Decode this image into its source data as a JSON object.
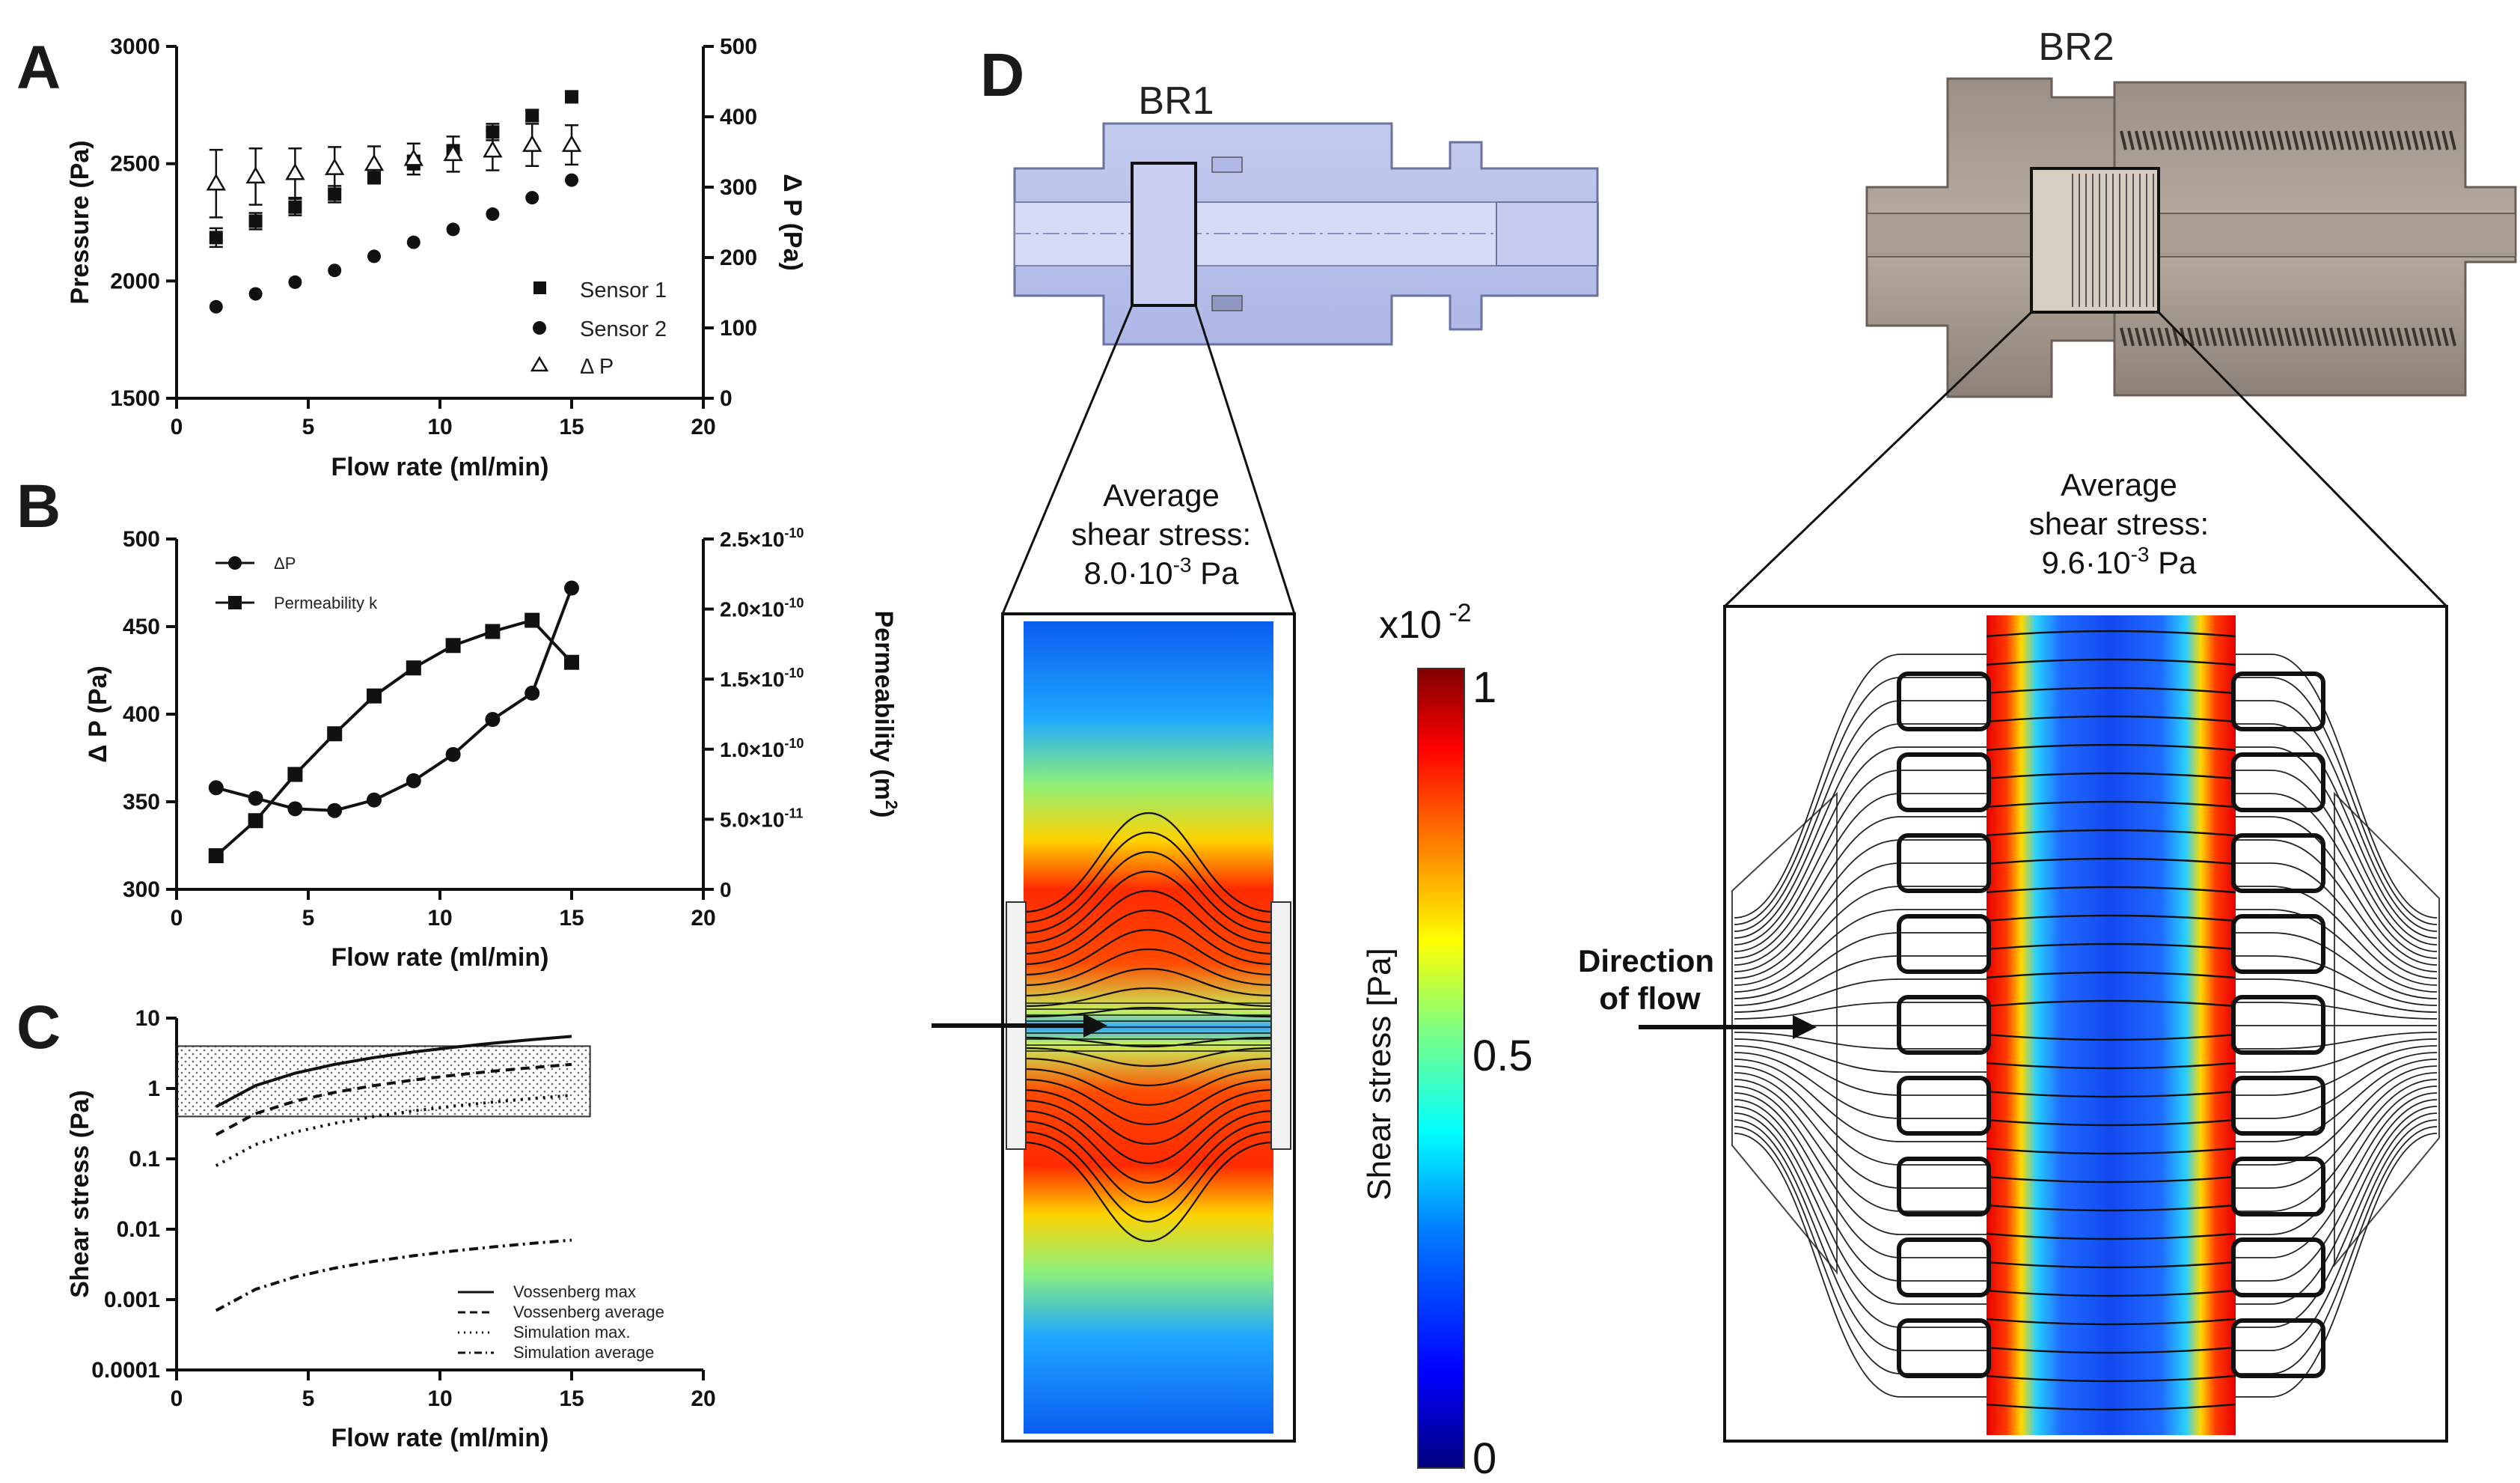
{
  "figure": {
    "panel_letters": [
      "A",
      "B",
      "C",
      "D"
    ]
  },
  "chart_data": [
    {
      "panel": "A",
      "type": "scatter",
      "xlabel": "Flow rate (ml/min)",
      "ylabel": "Pressure (Pa)",
      "y2label": "Δ P (Pa)",
      "xlim": [
        0,
        20
      ],
      "ylim": [
        1500,
        3000
      ],
      "y2lim": [
        0,
        500
      ],
      "xticks": [
        0,
        5,
        10,
        15,
        20
      ],
      "yticks": [
        1500,
        2000,
        2500,
        3000
      ],
      "y2ticks": [
        0,
        100,
        200,
        300,
        400,
        500
      ],
      "x": [
        1.5,
        3,
        4.5,
        6,
        7.5,
        9,
        10.5,
        12,
        13.5,
        15
      ],
      "series": [
        {
          "name": "Sensor 1",
          "axis": "left",
          "marker": "square",
          "values": [
            2185,
            2255,
            2315,
            2370,
            2440,
            2505,
            2550,
            2635,
            2705,
            2785
          ],
          "err": [
            40,
            35,
            35,
            35,
            25,
            30,
            30,
            35,
            25,
            20
          ]
        },
        {
          "name": "Sensor 2",
          "axis": "left",
          "marker": "circle",
          "values": [
            1890,
            1945,
            1995,
            2045,
            2105,
            2165,
            2220,
            2285,
            2355,
            2430
          ],
          "err": []
        },
        {
          "name": "Δ P",
          "axis": "right",
          "marker": "triangle",
          "values": [
            305,
            315,
            320,
            327,
            333,
            340,
            347,
            352,
            360,
            360
          ],
          "err": [
            48,
            40,
            35,
            30,
            25,
            22,
            25,
            28,
            30,
            28
          ]
        }
      ],
      "legend": [
        "Sensor 1",
        "Sensor 2",
        "Δ P"
      ],
      "legend_position": "bottom-right"
    },
    {
      "panel": "B",
      "type": "line",
      "ylabel": "Δ P (Pa)",
      "y2label_main": "Permeability (m",
      "y2label_sup": "2",
      "y2label_end": ")",
      "xlabel": "Flow rate (ml/min)",
      "xlim": [
        0,
        20
      ],
      "ylim": [
        300,
        500
      ],
      "y2lim": [
        0,
        2.5e-10
      ],
      "xticks": [
        0,
        5,
        10,
        15,
        20
      ],
      "yticks": [
        300,
        350,
        400,
        450,
        500
      ],
      "y2ticks": [
        {
          "v": 0,
          "label": "0"
        },
        {
          "v": 5e-11,
          "label": "5.0×10",
          "exp": "-11"
        },
        {
          "v": 1e-10,
          "label": "1.0×10",
          "exp": "-10"
        },
        {
          "v": 1.5e-10,
          "label": "1.5×10",
          "exp": "-10"
        },
        {
          "v": 2e-10,
          "label": "2.0×10",
          "exp": "-10"
        },
        {
          "v": 2.5e-10,
          "label": "2.5×10",
          "exp": "-10"
        }
      ],
      "x": [
        1.5,
        3,
        4.5,
        6,
        7.5,
        9,
        10.5,
        12,
        13.5,
        15
      ],
      "series": [
        {
          "name": "ΔP",
          "axis": "left",
          "marker": "circle",
          "values": [
            358,
            352,
            346,
            345,
            351,
            362,
            377,
            397,
            412,
            472
          ]
        },
        {
          "name": "Permeability k",
          "axis": "right",
          "marker": "square",
          "values": [
            2.4e-11,
            4.9e-11,
            8.2e-11,
            1.11e-10,
            1.38e-10,
            1.58e-10,
            1.74e-10,
            1.84e-10,
            1.92e-10,
            1.62e-10
          ]
        }
      ],
      "legend": [
        "ΔP",
        "Permeability k"
      ],
      "legend_position": "top-left"
    },
    {
      "panel": "C",
      "type": "line",
      "xlabel": "Flow rate (ml/min)",
      "ylabel": "Shear stress (Pa)",
      "xlim": [
        0,
        20
      ],
      "ylim": [
        0.0001,
        10
      ],
      "log_y": true,
      "xticks": [
        0,
        5,
        10,
        15,
        20
      ],
      "yticks": [
        {
          "v": 0.0001,
          "label": "0.0001"
        },
        {
          "v": 0.001,
          "label": "0.001"
        },
        {
          "v": 0.01,
          "label": "0.01"
        },
        {
          "v": 0.1,
          "label": "0.1"
        },
        {
          "v": 1,
          "label": "1"
        },
        {
          "v": 10,
          "label": "10"
        }
      ],
      "shaded_band": {
        "x": [
          0,
          15.7
        ],
        "y": [
          0.4,
          4
        ]
      },
      "x": [
        1.5,
        3,
        4.5,
        6,
        7.5,
        9,
        10.5,
        12,
        13.5,
        15
      ],
      "series": [
        {
          "name": "Vossenberg max",
          "style": "solid",
          "values": [
            0.55,
            1.1,
            1.65,
            2.2,
            2.75,
            3.3,
            3.85,
            4.4,
            4.95,
            5.5
          ]
        },
        {
          "name": "Vossenberg average",
          "style": "dashed",
          "values": [
            0.22,
            0.44,
            0.66,
            0.88,
            1.1,
            1.32,
            1.54,
            1.76,
            1.98,
            2.2
          ]
        },
        {
          "name": "Simulation max.",
          "style": "dotted",
          "values": [
            0.08,
            0.16,
            0.24,
            0.32,
            0.4,
            0.48,
            0.56,
            0.64,
            0.72,
            0.8
          ]
        },
        {
          "name": "Simulation average",
          "style": "dashdot",
          "values": [
            0.0007,
            0.0014,
            0.0021,
            0.0028,
            0.0035,
            0.0042,
            0.0049,
            0.0056,
            0.0063,
            0.007
          ]
        }
      ],
      "legend": [
        "Vossenberg max",
        "Vossenberg average",
        "Simulation max.",
        "Simulation average"
      ],
      "legend_position": "bottom-right"
    },
    {
      "panel": "D",
      "type": "heatmap",
      "labels": {
        "br1": "BR1",
        "br2": "BR2",
        "br1_avg_line1": "Average",
        "br1_avg_line2": "shear stress:",
        "br1_avg_value": "8.0·10",
        "br1_avg_exp": "-3",
        "br1_avg_unit": " Pa",
        "br2_avg_line1": "Average",
        "br2_avg_line2": "shear stress:",
        "br2_avg_value": "9.6·10",
        "br2_avg_exp": "-3",
        "br2_avg_unit": " Pa",
        "direction_line1": "Direction",
        "direction_line2": "of flow"
      },
      "colorbar": {
        "scale_label": "x10",
        "scale_exp": " -2",
        "label": "Shear stress [Pa]",
        "ticks": [
          {
            "v": 0,
            "label": "0"
          },
          {
            "v": 0.5,
            "label": "0.5"
          },
          {
            "v": 1,
            "label": "1"
          }
        ],
        "colors": [
          "#00007f",
          "#0000ff",
          "#007fff",
          "#00ffff",
          "#7fff7f",
          "#ffff00",
          "#ff7f00",
          "#ff0000",
          "#7f0000"
        ]
      }
    }
  ]
}
